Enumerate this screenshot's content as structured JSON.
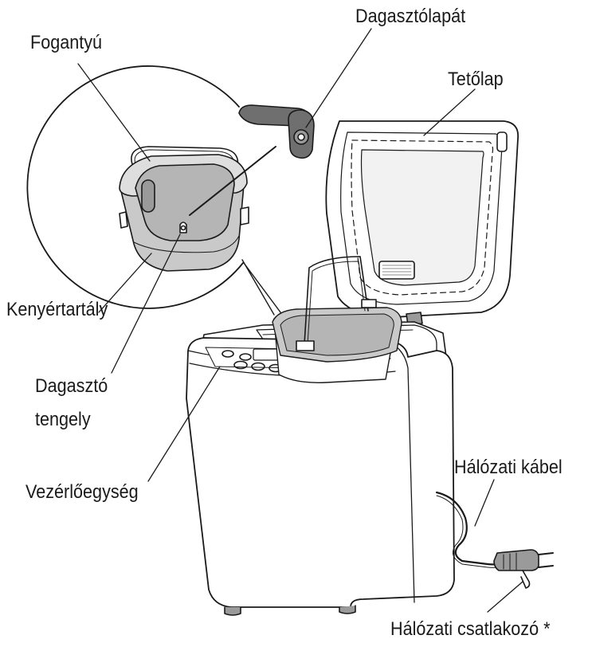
{
  "labels": {
    "handle": "Fogantyú",
    "kneading_blade": "Dagasztólapát",
    "lid": "Tetőlap",
    "bread_pan": "Kenyértartály",
    "kneading_shaft_line1": "Dagasztó",
    "kneading_shaft_line2": "tengely",
    "control_panel": "Vezérlőegység",
    "power_cable": "Hálózati kábel",
    "power_plug": "Hálózati csatlakozó *"
  },
  "colors": {
    "line": "#1a1a1a",
    "pan_fill": "#c9c9c9",
    "pan_inner": "#dedede",
    "window_fill": "#f2f2f2",
    "dark_part": "#6f6f6f"
  }
}
